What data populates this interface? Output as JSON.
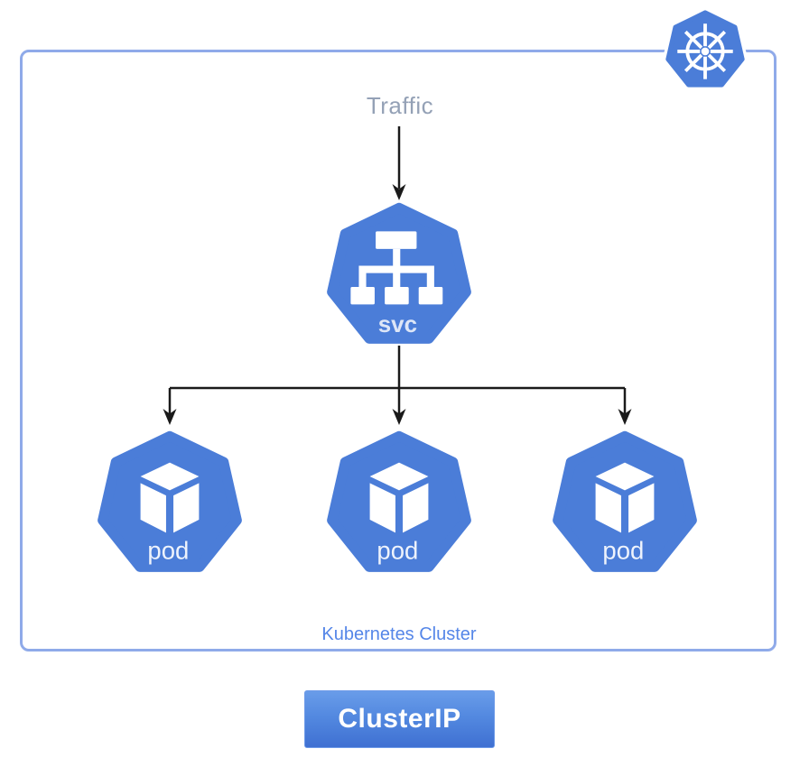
{
  "diagram": {
    "traffic_label": "Traffic",
    "service": {
      "label": "svc",
      "icon": "service-topology-icon"
    },
    "pods": [
      {
        "label": "pod",
        "icon": "cube-icon"
      },
      {
        "label": "pod",
        "icon": "cube-icon"
      },
      {
        "label": "pod",
        "icon": "cube-icon"
      }
    ],
    "cluster": {
      "label": "Kubernetes Cluster"
    },
    "button": {
      "label": "ClusterIP"
    },
    "logo": {
      "icon": "kubernetes-helm-wheel-icon"
    },
    "colors": {
      "node_blue": "#4b7dd8",
      "cluster_border": "#8faae9",
      "cluster_label_text": "#5586e8",
      "traffic_label_text": "#94a1b6",
      "arrow": "#1a1a1a",
      "button_gradient_top": "#699ce9",
      "button_gradient_bottom": "#3f70d2",
      "button_text": "#ffffff",
      "icon_white": "#ffffff"
    }
  }
}
